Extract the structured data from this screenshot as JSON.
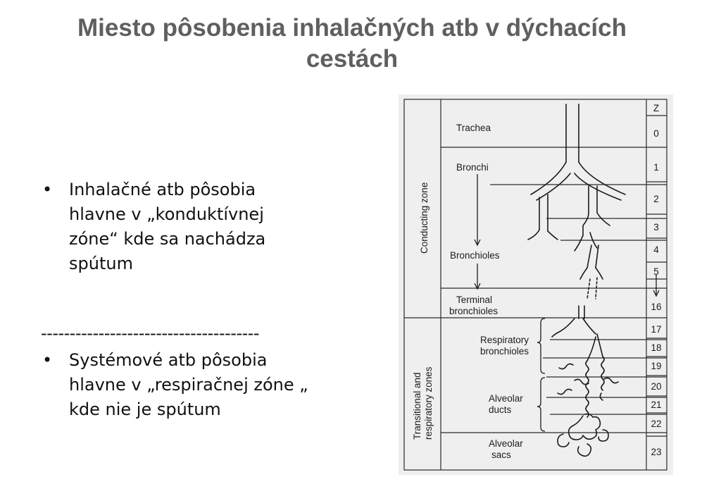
{
  "title": {
    "line1": "Miesto pôsobenia inhalačných atb v dýchacích",
    "line2": "cestách"
  },
  "bullets": [
    {
      "lines": [
        "Inhalačné atb pôsobia",
        "hlavne  v „konduktívnej",
        "zóne“ kde sa nachádza",
        "spútum"
      ]
    },
    {
      "lines": [
        "Systémové atb pôsobia",
        "hlavne v „respiračnej zóne „",
        "kde nie je spútum"
      ]
    }
  ],
  "divider": "--------------------------------------",
  "bullet_symbol": "•",
  "diagram": {
    "zones": {
      "conducting": "Conducting zone",
      "transitional_line1": "Transitional and",
      "transitional_line2": "respiratory zones"
    },
    "z_header": "Z",
    "generations": [
      "0",
      "1",
      "2",
      "3",
      "4",
      "5",
      "16",
      "17",
      "18",
      "19",
      "20",
      "21",
      "22",
      "23"
    ],
    "labels": {
      "trachea": "Trachea",
      "bronchi": "Bronchi",
      "bronchioles": "Bronchioles",
      "terminal_line1": "Terminal",
      "terminal_line2": "bronchioles",
      "respiratory_line1": "Respiratory",
      "respiratory_line2": "bronchioles",
      "alveolar_ducts_line1": "Alveolar",
      "alveolar_ducts_line2": "ducts",
      "alveolar_sacs_line1": "Alveolar",
      "alveolar_sacs_line2": "sacs"
    }
  }
}
